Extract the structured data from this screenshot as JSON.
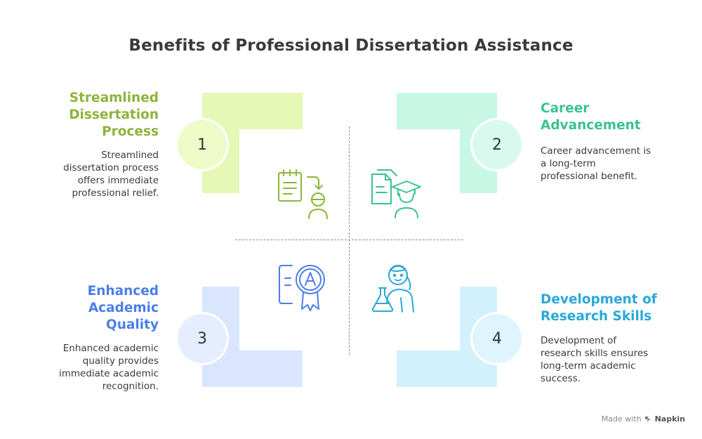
{
  "title": "Benefits of Professional Dissertation Assistance",
  "items": [
    {
      "number": "1",
      "heading": [
        "Streamlined",
        "Dissertation",
        "Process"
      ],
      "description": [
        "Streamlined",
        "dissertation process",
        "offers immediate",
        "professional relief."
      ],
      "color": "#8cb53a",
      "fill": "#e6f8b6",
      "circle": "#eefbc9",
      "icon": "checklist-download-person-icon"
    },
    {
      "number": "2",
      "heading": [
        "Career",
        "Advancement"
      ],
      "description": [
        "Career advancement is",
        "a long-term",
        "professional benefit."
      ],
      "color": "#3cc28e",
      "fill": "#c8f7e6",
      "circle": "#d9f9ee",
      "icon": "graduate-document-icon"
    },
    {
      "number": "3",
      "heading": [
        "Enhanced",
        "Academic",
        "Quality"
      ],
      "description": [
        "Enhanced academic",
        "quality provides",
        "immediate academic",
        "recognition."
      ],
      "color": "#4a7ee8",
      "fill": "#dae6ff",
      "circle": "#e5edff",
      "icon": "certificate-award-icon"
    },
    {
      "number": "4",
      "heading": [
        "Development of",
        "Research Skills"
      ],
      "description": [
        "Development of",
        "research skills ensures",
        "long-term academic",
        "success."
      ],
      "color": "#2aa8d8",
      "fill": "#d3f1fc",
      "circle": "#dff5fd",
      "icon": "scientist-flask-icon"
    }
  ],
  "footer": {
    "prefix": "Made with",
    "brand": "Napkin"
  }
}
